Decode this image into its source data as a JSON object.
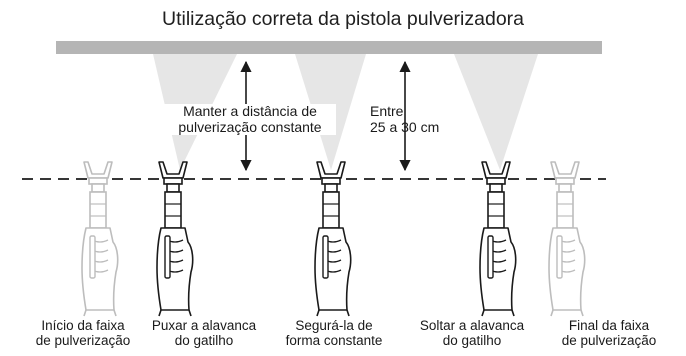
{
  "title": "Utilização correta da pistola pulverizadora",
  "notes": {
    "distance": {
      "line1": "Manter a distância de",
      "line2": "pulverização constante"
    },
    "range": {
      "line1": "Entre",
      "line2": "25 a 30 cm"
    }
  },
  "captions": [
    {
      "line1": "Início da faixa",
      "line2": "de pulverização"
    },
    {
      "line1": "Puxar a alavanca",
      "line2": "do gatilho"
    },
    {
      "line1": "Segurá-la de",
      "line2": "forma constante"
    },
    {
      "line1": "Soltar a alavanca",
      "line2": "do gatilho"
    },
    {
      "line1": "Final da faixa",
      "line2": "de pulverização"
    }
  ],
  "colors": {
    "surface": "#b5b5b5",
    "spray": "#e6e6e6",
    "line": "#1a1a1a",
    "faded": "#bdbdbd"
  }
}
